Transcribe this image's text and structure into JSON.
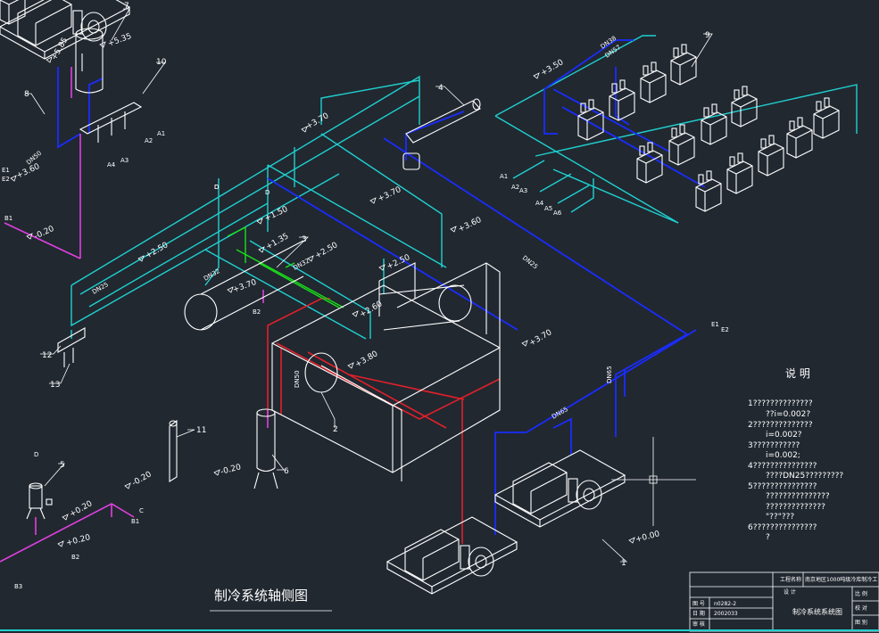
{
  "title": "制冷系统轴侧图",
  "colors": {
    "background": "#212830",
    "supply_pipe": "#1a2cff",
    "return_pipe": "#1fd0d0",
    "hot_pipe": "#e0202a",
    "makeup_pipe": "#e040e0",
    "bypass_pipe": "#19e019"
  },
  "equipment_numbers": [
    "1",
    "2",
    "3",
    "4",
    "5",
    "6",
    "7",
    "8",
    "9",
    "10",
    "11",
    "12",
    "13"
  ],
  "elevations": [
    "+5.85",
    "+5.35",
    "+3.60",
    "-0.20",
    "+3.70",
    "+3.50",
    "+1.50",
    "+2.50",
    "+1.35",
    "+2.50",
    "+2.50",
    "+3.70",
    "+2.60",
    "+3.60",
    "+3.80",
    "+3.70",
    "-0.20",
    "+0.20",
    "+0.20",
    "-0.20",
    "+0.00",
    "+3.70"
  ],
  "pipe_sizes": [
    "DN50",
    "DN25",
    "DN25",
    "DN32",
    "DN50",
    "DN65",
    "DN65",
    "DN38",
    "DN57",
    "DN32"
  ],
  "connection_labels": [
    "E1",
    "E2",
    "B1",
    "A1",
    "A2",
    "A3",
    "A4",
    "D",
    "D",
    "A1",
    "A2",
    "A3",
    "A4",
    "A5",
    "A6",
    "E1",
    "E2",
    "B2",
    "C",
    "B1",
    "B2",
    "B3",
    "D",
    "D"
  ],
  "notes": {
    "heading": "说  明",
    "lines": [
      "1??????????????",
      "??i=0.002?",
      "2??????????????",
      "i=0.002?",
      "3???????????",
      "i=0.002;",
      "4???????????????",
      "????DN25?????????",
      "5???????????????",
      "???????????????",
      "??????????????",
      "\"??\"???",
      "6???????????????",
      "?"
    ]
  },
  "title_block": {
    "project": "南京地区1000吨级冷库制冷工",
    "drawing_no": "n0282-2",
    "date": "2002033",
    "drawing_name": "制冷系统系统图",
    "labels": [
      "工程名称",
      "设 计",
      "图 号",
      "日 期",
      "审 核",
      "比 例",
      "校 对",
      "图 别"
    ]
  }
}
